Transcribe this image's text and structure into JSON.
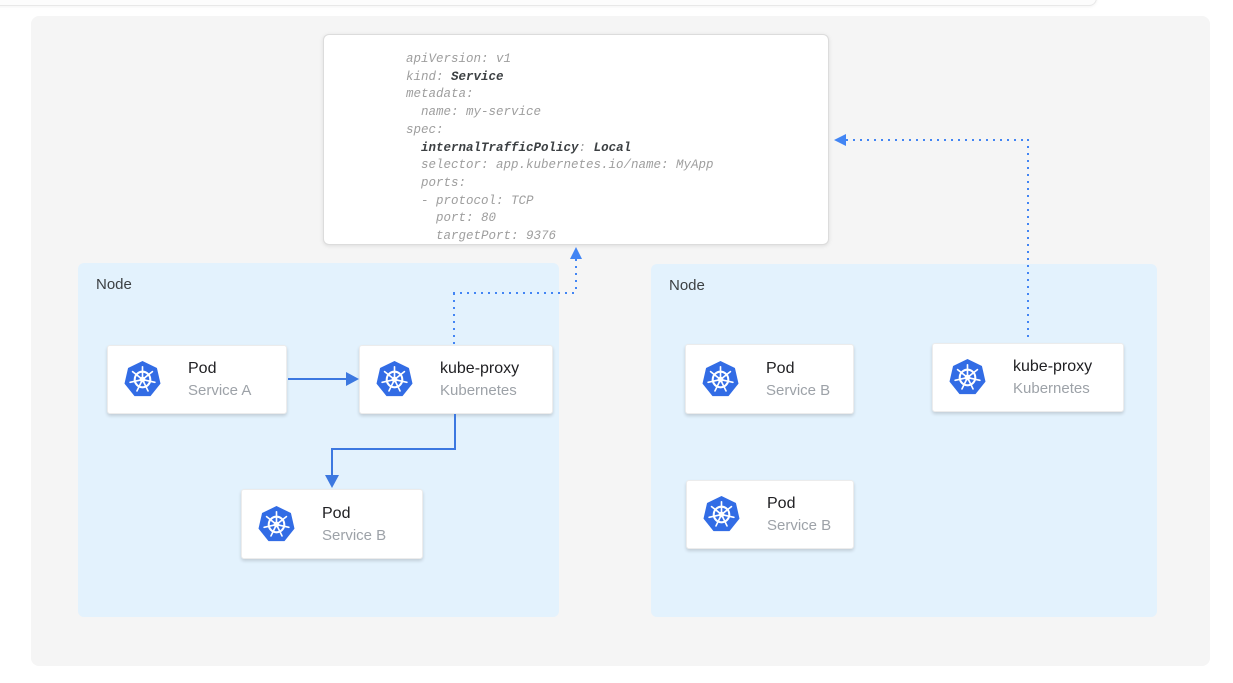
{
  "palette": {
    "panel_bg": "#f5f5f5",
    "node_bg": "#e3f2fd",
    "solid_arrow_blue": "#3c78e0",
    "dotted_arrow_blue": "#4285f4",
    "kubernetes_blue": "#326ce5",
    "code_regular": "#9e9e9e",
    "code_bold": "#3c4043"
  },
  "yaml_card": {
    "lines": [
      {
        "segments": [
          {
            "text": "apiVersion: v1",
            "bold": false
          }
        ]
      },
      {
        "segments": [
          {
            "text": "kind: ",
            "bold": false
          },
          {
            "text": "Service",
            "bold": true
          }
        ]
      },
      {
        "segments": [
          {
            "text": "metadata:",
            "bold": false
          }
        ]
      },
      {
        "segments": [
          {
            "text": "  name: my-service",
            "bold": false
          }
        ]
      },
      {
        "segments": [
          {
            "text": "spec:",
            "bold": false
          }
        ]
      },
      {
        "segments": [
          {
            "text": "  ",
            "bold": false
          },
          {
            "text": "internalTrafficPolicy",
            "bold": true
          },
          {
            "text": ": ",
            "bold": false
          },
          {
            "text": "Local",
            "bold": true
          }
        ]
      },
      {
        "segments": [
          {
            "text": "  selector: app.kubernetes.io/name: MyApp",
            "bold": false
          }
        ]
      },
      {
        "segments": [
          {
            "text": "  ports:",
            "bold": false
          }
        ]
      },
      {
        "segments": [
          {
            "text": "  - protocol: TCP",
            "bold": false
          }
        ]
      },
      {
        "segments": [
          {
            "text": "    port: 80",
            "bold": false
          }
        ]
      },
      {
        "segments": [
          {
            "text": "    targetPort: 9376",
            "bold": false
          }
        ]
      }
    ]
  },
  "nodes": [
    {
      "label": "Node",
      "cards": [
        {
          "title": "Pod",
          "subtitle": "Service A",
          "icon": "kubernetes-icon"
        },
        {
          "title": "kube-proxy",
          "subtitle": "Kubernetes",
          "icon": "kubernetes-icon"
        },
        {
          "title": "Pod",
          "subtitle": "Service B",
          "icon": "kubernetes-icon"
        }
      ]
    },
    {
      "label": "Node",
      "cards": [
        {
          "title": "Pod",
          "subtitle": "Service B",
          "icon": "kubernetes-icon"
        },
        {
          "title": "kube-proxy",
          "subtitle": "Kubernetes",
          "icon": "kubernetes-icon"
        },
        {
          "title": "Pod",
          "subtitle": "Service B",
          "icon": "kubernetes-icon"
        }
      ]
    }
  ]
}
